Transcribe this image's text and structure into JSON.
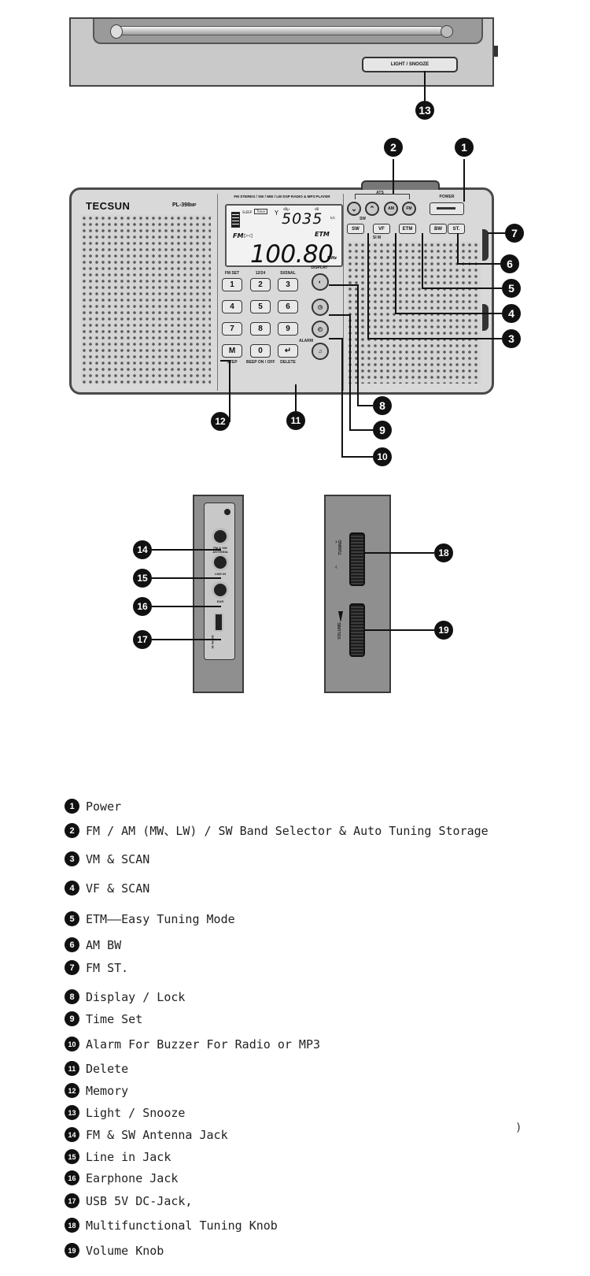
{
  "top_view": {
    "snooze_button_label": "LIGHT / SNOOZE"
  },
  "front": {
    "brand": "TECSUN",
    "model": "PL-398",
    "model_suffix": "MP",
    "header_text": "FM STEREO / SW / MW / LW DSP RADIO & MP3 PLAYER",
    "lcd": {
      "sleep_label": "SLEEP",
      "timer_label": "Timer",
      "clock": "5035",
      "fm_label": "FM",
      "etm_label": "ETM",
      "frequency": "100.80",
      "unit": "MHz",
      "dbu_label": "dBμ",
      "ds_label": "dB",
      "kHz_label": "k/s"
    },
    "labels": {
      "ats": "ATS",
      "sw": "SW",
      "power": "POWER",
      "si_m": "SI  M",
      "fm_set": "FM SET",
      "12_24": "12/24",
      "si_signal": "SI/SNAL",
      "display": "DISPLAY",
      "alarm": "ALARM",
      "beep": "BEEP ON / OFF",
      "delete": "DELETE",
      "m_sub": "STEP"
    },
    "keys": [
      "1",
      "2",
      "3",
      "4",
      "5",
      "6",
      "7",
      "8",
      "9",
      "M",
      "0",
      "↵"
    ],
    "top_buttons": [
      "⌄",
      "⌃",
      "AM",
      "FM"
    ],
    "mode_buttons": [
      "SW",
      "VF",
      "ETM"
    ],
    "right_buttons": [
      "BW",
      "ST."
    ]
  },
  "side_left": {
    "labels": [
      "FM & SW ANTENNA",
      "LINE IN",
      "EAR",
      "DC 5V IN"
    ]
  },
  "side_right": {
    "tuning_label": "TUNING",
    "volume_label": "VOLUME"
  },
  "callouts": [
    "1",
    "2",
    "3",
    "4",
    "5",
    "6",
    "7",
    "8",
    "9",
    "10",
    "11",
    "12",
    "13",
    "14",
    "15",
    "16",
    "17",
    "18",
    "19"
  ],
  "legend": [
    {
      "num": "1",
      "text": "Power"
    },
    {
      "num": "2",
      "text": "FM / AM (MW、LW) / SW Band Selector &  Auto Tuning Storage"
    },
    {
      "num": "3",
      "text": "VM & SCAN"
    },
    {
      "num": "4",
      "text": "VF & SCAN"
    },
    {
      "num": "5",
      "text": "ETM——Easy Tuning  Mode"
    },
    {
      "num": "6",
      "text": "AM BW"
    },
    {
      "num": "7",
      "text": "FM ST."
    },
    {
      "num": "8",
      "text": "Display / Lock"
    },
    {
      "num": "9",
      "text": "Time Set"
    },
    {
      "num": "10",
      "text": "Alarm For Buzzer For Radio or MP3"
    },
    {
      "num": "11",
      "text": "Delete"
    },
    {
      "num": "12",
      "text": "Memory"
    },
    {
      "num": "13",
      "text": "Light / Snooze"
    },
    {
      "num": "14",
      "text": "FM & SW Antenna Jack"
    },
    {
      "num": "15",
      "text": "Line in Jack"
    },
    {
      "num": "16",
      "text": "Earphone Jack"
    },
    {
      "num": "17",
      "text": "USB 5V DC-Jack,"
    },
    {
      "num": "18",
      "text": "Multifunctional Tuning Knob"
    },
    {
      "num": "19",
      "text": "Volume Knob"
    }
  ],
  "stray_mark": ")"
}
